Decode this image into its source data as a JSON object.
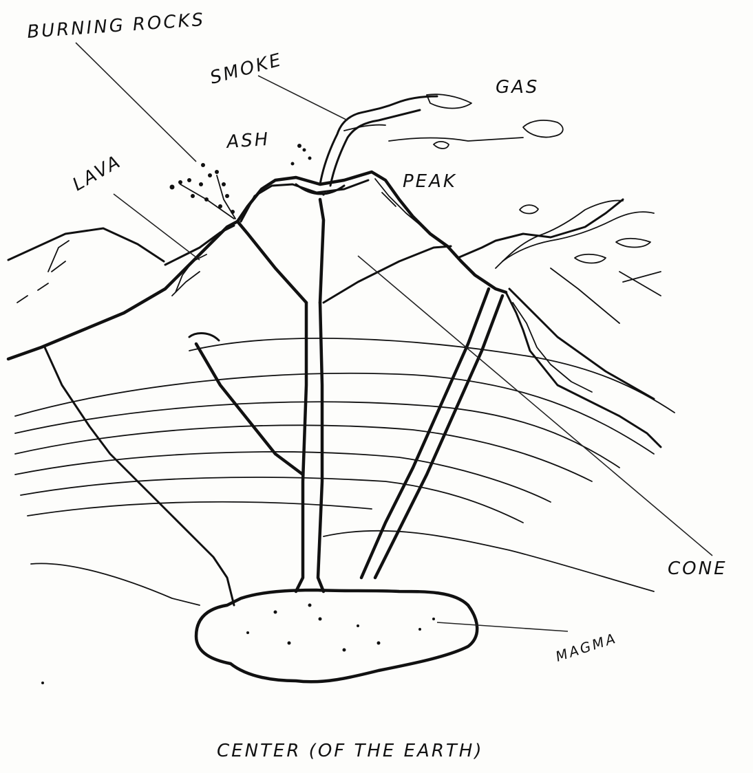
{
  "labels": {
    "burning_rocks": "BURNING ROCKS",
    "smoke": "SMOKE",
    "gas": "GAS",
    "ash": "ASH",
    "lava": "LAVA",
    "peak": "PEAK",
    "cone": "CONE",
    "magma": "MAGMA",
    "center": "CENTER (OF THE EARTH)"
  },
  "colors": {
    "ink": "#111111",
    "paper": "#fdfdfb"
  }
}
